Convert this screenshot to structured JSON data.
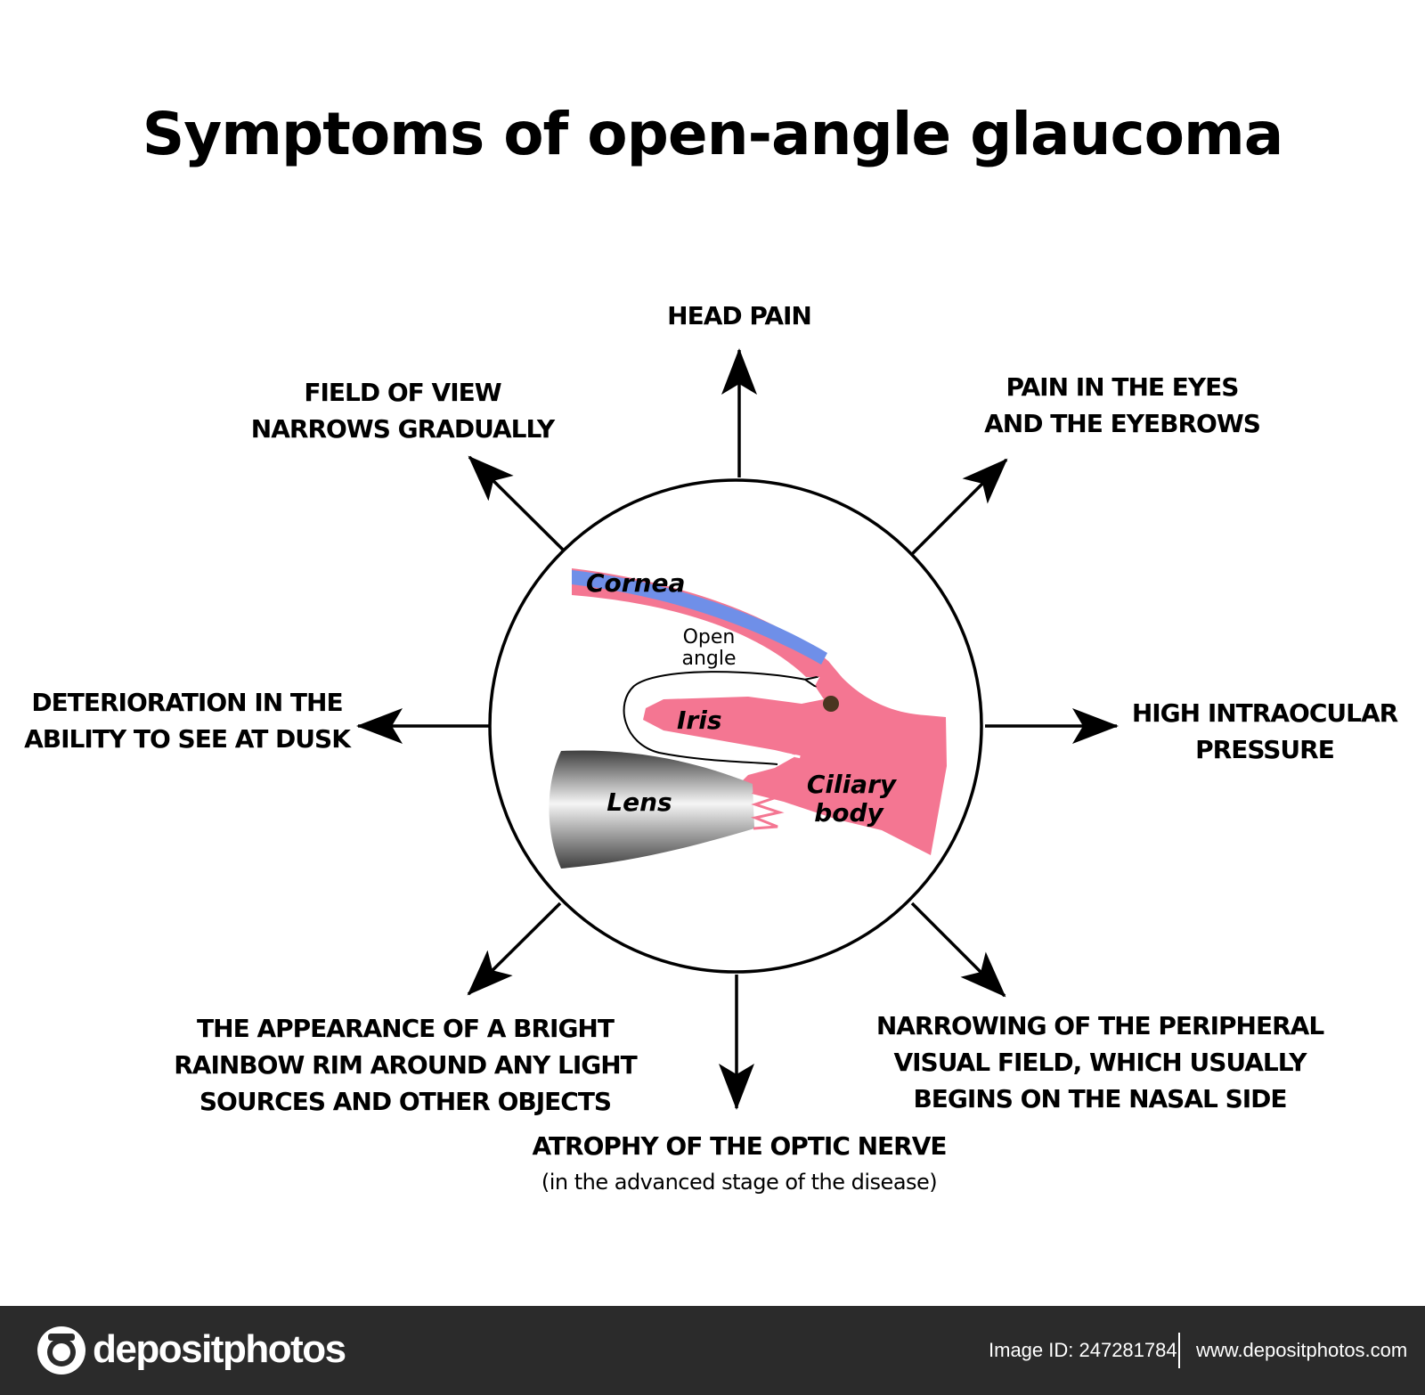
{
  "title": "Symptoms of open-angle glaucoma",
  "symptoms": {
    "top": [
      "HEAD PAIN"
    ],
    "top_left": [
      "FIELD OF VIEW",
      "NARROWS GRADUALLY"
    ],
    "top_right": [
      "PAIN IN THE EYES",
      "AND THE EYEBROWS"
    ],
    "left": [
      "DETERIORATION IN THE",
      "ABILITY TO SEE AT DUSK"
    ],
    "right": [
      "HIGH INTRAOCULAR",
      "PRESSURE"
    ],
    "bottom_left": [
      "THE APPEARANCE OF A BRIGHT",
      "RAINBOW RIM AROUND ANY LIGHT",
      "SOURCES AND OTHER OBJECTS"
    ],
    "bottom_right": [
      "NARROWING OF THE PERIPHERAL",
      "VISUAL FIELD, WHICH USUALLY",
      "BEGINS ON THE NASAL SIDE"
    ],
    "bottom": [
      "ATROPHY OF THE OPTIC NERVE"
    ],
    "bottom_note": "(in the advanced stage of the disease)"
  },
  "diagram": {
    "cornea": "Cornea",
    "open_angle": [
      "Open",
      "angle"
    ],
    "iris": "Iris",
    "lens": "Lens",
    "ciliary_body": [
      "Ciliary",
      "body"
    ]
  },
  "colors": {
    "cornea_blue": "#6f8fe8",
    "tissue_pink": "#f47692",
    "lens_dark": "#4a4a4a",
    "lens_light": "#f5f5f5",
    "footer_bg": "#2b2b2b"
  },
  "footer": {
    "brand": "depositphotos",
    "image_id": "Image ID: 247281784",
    "website": "www.depositphotos.com"
  }
}
